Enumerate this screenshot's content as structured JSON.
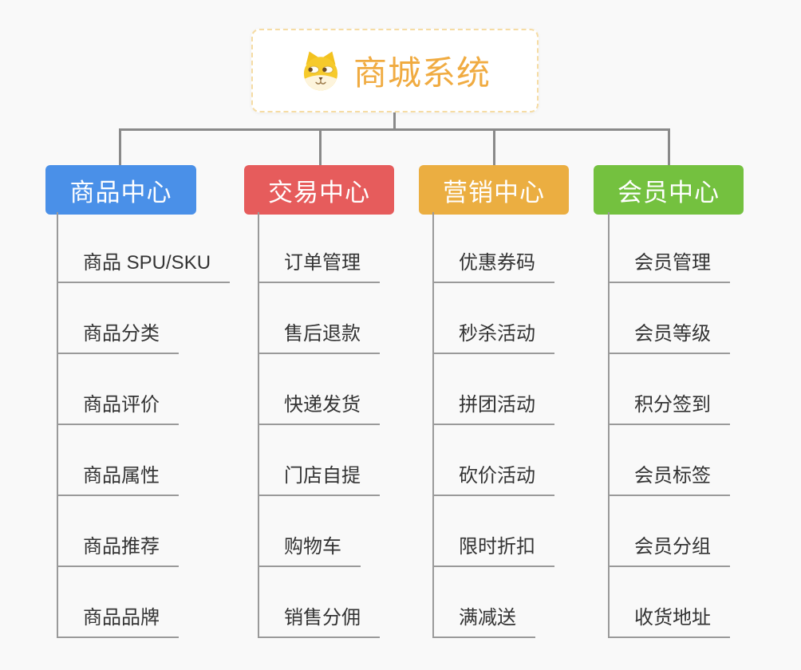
{
  "root": {
    "title": "商城系统",
    "icon": "dog-face-icon",
    "title_color": "#f0ab41",
    "border_color": "#f6dca4"
  },
  "connector_color": "#8a8a8a",
  "background_color": "#f9f9f9",
  "branches": [
    {
      "label": "商品中心",
      "color": "#4a90e8",
      "items": [
        "商品 SPU/SKU",
        "商品分类",
        "商品评价",
        "商品属性",
        "商品推荐",
        "商品品牌"
      ]
    },
    {
      "label": "交易中心",
      "color": "#e65c5c",
      "items": [
        "订单管理",
        "售后退款",
        "快递发货",
        "门店自提",
        "购物车",
        "销售分佣"
      ]
    },
    {
      "label": "营销中心",
      "color": "#ebae41",
      "items": [
        "优惠券码",
        "秒杀活动",
        "拼团活动",
        "砍价活动",
        "限时折扣",
        "满减送"
      ]
    },
    {
      "label": "会员中心",
      "color": "#74c13f",
      "items": [
        "会员管理",
        "会员等级",
        "积分签到",
        "会员标签",
        "会员分组",
        "收货地址"
      ]
    }
  ]
}
